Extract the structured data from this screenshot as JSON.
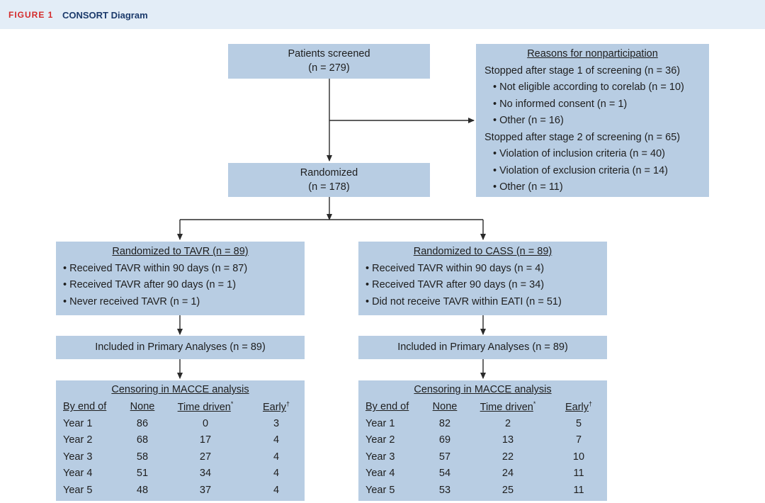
{
  "figure": {
    "label": "FIGURE 1",
    "title": "CONSORT Diagram",
    "label_color": "#d42a2a",
    "title_color": "#1b3a6b"
  },
  "colors": {
    "box_fill": "#b8cde3",
    "header_fill": "#e3edf7",
    "line": "#2a2a2a"
  },
  "screened": {
    "title": "Patients screened",
    "n": "(n = 279)"
  },
  "randomized": {
    "title": "Randomized",
    "n": "(n = 178)"
  },
  "nonparticipation": {
    "title": "Reasons for nonparticipation",
    "stage1": "Stopped after stage 1 of screening (n = 36)",
    "stage1_items": [
      "• Not eligible according to corelab (n = 10)",
      "• No informed consent (n = 1)",
      "• Other (n = 16)"
    ],
    "stage2": "Stopped after stage 2 of screening (n = 65)",
    "stage2_items": [
      "• Violation of inclusion criteria (n = 40)",
      "• Violation of exclusion criteria (n = 14)",
      "• Other (n = 11)"
    ]
  },
  "tavr_arm": {
    "title": "Randomized to TAVR (n = 89)",
    "items": [
      "• Received TAVR within 90 days (n = 87)",
      "• Received TAVR after 90 days (n = 1)",
      "• Never received TAVR (n = 1)"
    ],
    "included": "Included in Primary Analyses (n = 89)",
    "censoring": {
      "title": "Censoring in MACCE analysis",
      "headers": [
        "By end of",
        "None",
        "Time driven",
        "Early"
      ],
      "marks": [
        "*",
        "†"
      ],
      "rows": [
        [
          "Year 1",
          "86",
          "0",
          "3"
        ],
        [
          "Year 2",
          "68",
          "17",
          "4"
        ],
        [
          "Year 3",
          "58",
          "27",
          "4"
        ],
        [
          "Year 4",
          "51",
          "34",
          "4"
        ],
        [
          "Year 5",
          "48",
          "37",
          "4"
        ]
      ]
    }
  },
  "cass_arm": {
    "title": "Randomized to CASS (n = 89)",
    "items": [
      "• Received TAVR within 90 days (n = 4)",
      "• Received TAVR after 90 days (n = 34)",
      "• Did not receive TAVR within EATI (n = 51)"
    ],
    "included": "Included in Primary Analyses (n = 89)",
    "censoring": {
      "title": "Censoring in MACCE analysis",
      "headers": [
        "By end of",
        "None",
        "Time driven",
        "Early"
      ],
      "marks": [
        "*",
        "†"
      ],
      "rows": [
        [
          "Year 1",
          "82",
          "2",
          "5"
        ],
        [
          "Year 2",
          "69",
          "13",
          "7"
        ],
        [
          "Year 3",
          "57",
          "22",
          "10"
        ],
        [
          "Year 4",
          "54",
          "24",
          "11"
        ],
        [
          "Year 5",
          "53",
          "25",
          "11"
        ]
      ]
    }
  }
}
